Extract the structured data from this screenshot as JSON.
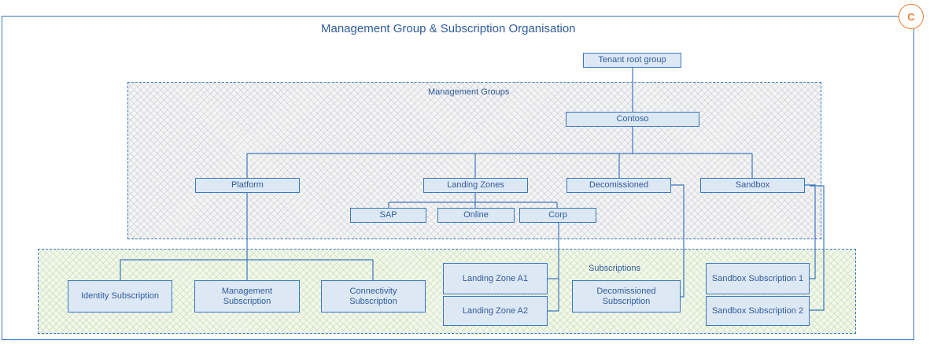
{
  "diagram": {
    "title": "Management Group & Subscription Organisation",
    "badge": "C",
    "regions": {
      "management_groups": "Management Groups",
      "subscriptions": "Subscriptions"
    },
    "nodes": {
      "tenant_root": "Tenant root group",
      "contoso": "Contoso",
      "platform": "Platform",
      "landing_zones": "Landing Zones",
      "decommissioned": "Decomissioned",
      "sandbox": "Sandbox",
      "sap": "SAP",
      "online": "Online",
      "corp": "Corp",
      "identity_sub": "Identity Subscription",
      "management_sub": "Management Subscription",
      "connectivity_sub": "Connectivity Subscription",
      "lz_a1": "Landing Zone A1",
      "lz_a2": "Landing Zone A2",
      "decommissioned_sub": "Decomissioned Subscription",
      "sandbox_sub_1": "Sandbox Subscription 1",
      "sandbox_sub_2": "Sandbox Subscription 2"
    },
    "colors": {
      "stroke": "#3a78c2",
      "node_fill": "#dde8f5",
      "text": "#2f5c9b",
      "badge": "#ed7d31"
    }
  }
}
